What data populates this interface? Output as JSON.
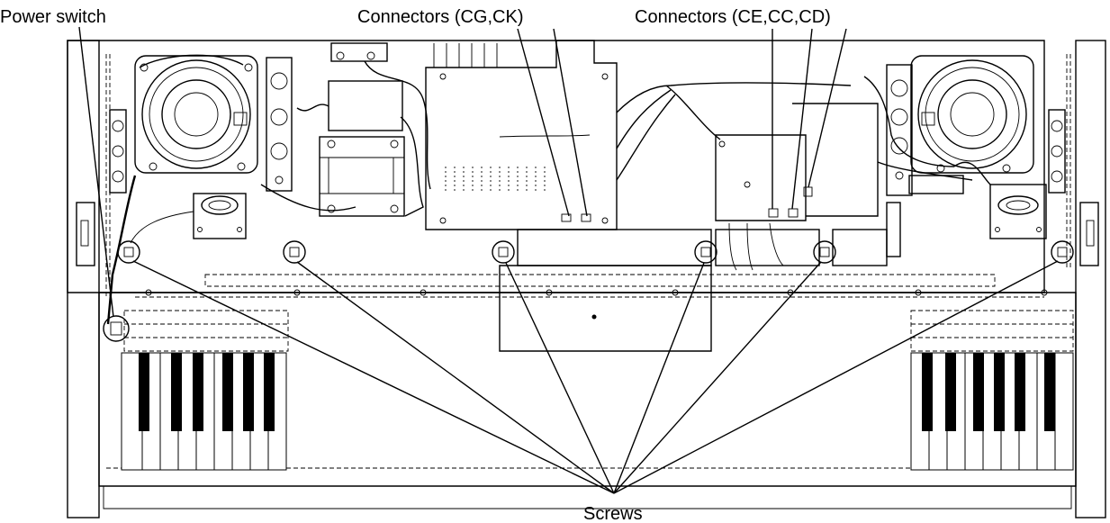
{
  "labels": {
    "power_switch": "Power switch",
    "connectors_cg_ck": "Connectors (CG,CK)",
    "connectors_ce_cc_cd": "Connectors (CE,CC,CD)",
    "screws": "Screws"
  }
}
